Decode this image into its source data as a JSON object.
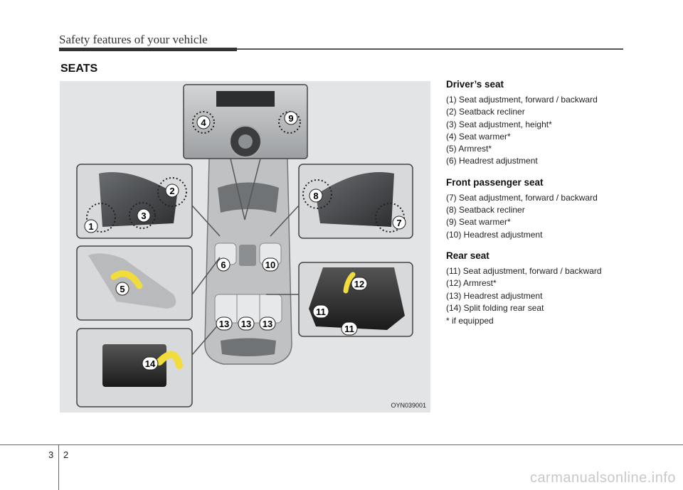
{
  "header": {
    "title": "Safety features of your vehicle"
  },
  "section": {
    "title": "SEATS"
  },
  "figure": {
    "code": "OYN039001",
    "callouts": [
      "1",
      "2",
      "3",
      "4",
      "5",
      "6",
      "7",
      "8",
      "9",
      "10",
      "11",
      "11",
      "12",
      "13",
      "13",
      "13",
      "14"
    ]
  },
  "groups": [
    {
      "title": "Driver’s seat",
      "items": [
        "(1) Seat adjustment, forward / backward",
        "(2) Seatback recliner",
        "(3) Seat adjustment, height*",
        "(4) Seat warmer*",
        "(5) Armrest*",
        "(6) Headrest adjustment"
      ]
    },
    {
      "title": "Front passenger seat",
      "items": [
        "(7) Seat adjustment, forward / backward",
        "(8) Seatback recliner",
        "(9) Seat warmer*",
        "(10) Headrest adjustment"
      ]
    },
    {
      "title": "Rear seat",
      "items": [
        "(11) Seat adjustment, forward / backward",
        "(12) Armrest*",
        "(13) Headrest adjustment",
        "(14) Split folding rear seat"
      ]
    }
  ],
  "footnote": "* if equipped",
  "footer": {
    "chapter": "3",
    "page": "2",
    "watermark": "carmanualsonline.info"
  },
  "colors": {
    "accent_arrow": "#f2dc3c",
    "callout_border": "#222222",
    "figure_bg": "#e3e4e5"
  }
}
